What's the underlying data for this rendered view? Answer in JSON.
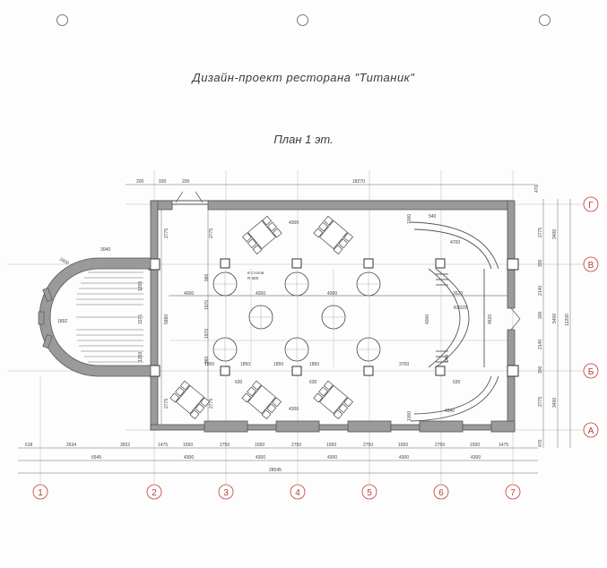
{
  "title": "Дизайн-проект ресторана \"Титаник\"",
  "subtitle": "План 1 эт.",
  "colors": {
    "wall": "#9a9a9a",
    "wall_stroke": "#555555",
    "axis_circle": "#c0392b",
    "line": "#555555"
  },
  "axes": {
    "vertical": [
      "1",
      "2",
      "3",
      "4",
      "5",
      "6",
      "7"
    ],
    "horizontal": [
      "Г",
      "В",
      "Б",
      "А"
    ]
  },
  "dimensions": {
    "top_row": [
      "200",
      "930",
      "200",
      "18270",
      "470"
    ],
    "bottom_row1": [
      "618",
      "2634",
      "3502",
      "1475",
      "1550",
      "2750",
      "1550",
      "2750",
      "1550",
      "2750",
      "1550",
      "2750",
      "1550",
      "1475"
    ],
    "bottom_row2": [
      "6545",
      "4300",
      "4300",
      "4300",
      "4300",
      "4300"
    ],
    "bottom_total": "28045",
    "right_col1": [
      "2775",
      "300",
      "2140",
      "300",
      "2140",
      "300",
      "2775",
      "470"
    ],
    "right_col2": [
      "3400",
      "5400",
      "3400"
    ],
    "right_total": "12200",
    "left_col": [
      "2775",
      "5880",
      "2775"
    ],
    "stair": [
      "3040",
      "1255",
      "3371",
      "1892",
      "1259",
      "3300"
    ],
    "interior_h": [
      "4300",
      "4300",
      "4000",
      "4300",
      "4300",
      "2620",
      "1850",
      "1850",
      "1850",
      "1850",
      "3700",
      "4700",
      "540",
      "4340",
      "630",
      "630",
      "630"
    ],
    "interior_v": [
      "1000",
      "1000",
      "4000",
      "4620",
      "960",
      "940",
      "1970",
      "1970",
      "960"
    ],
    "arc_radius": "R3029",
    "tables_note": [
      "8 столов",
      "R 680"
    ]
  }
}
